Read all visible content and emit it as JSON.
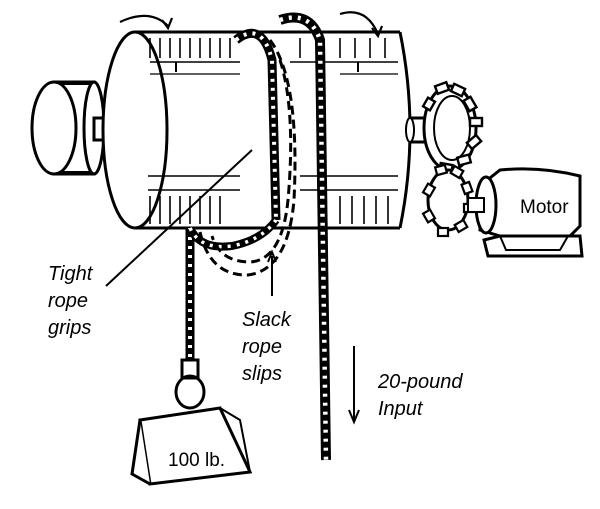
{
  "diagram": {
    "labels": {
      "tight_rope": [
        "Tight",
        "rope",
        "grips"
      ],
      "slack_rope": [
        "Slack",
        "rope",
        "slips"
      ],
      "input": [
        "20-pound",
        "Input"
      ],
      "motor": "Motor",
      "weight": "100 lb."
    },
    "colors": {
      "line": "#000000",
      "background": "#ffffff"
    }
  }
}
